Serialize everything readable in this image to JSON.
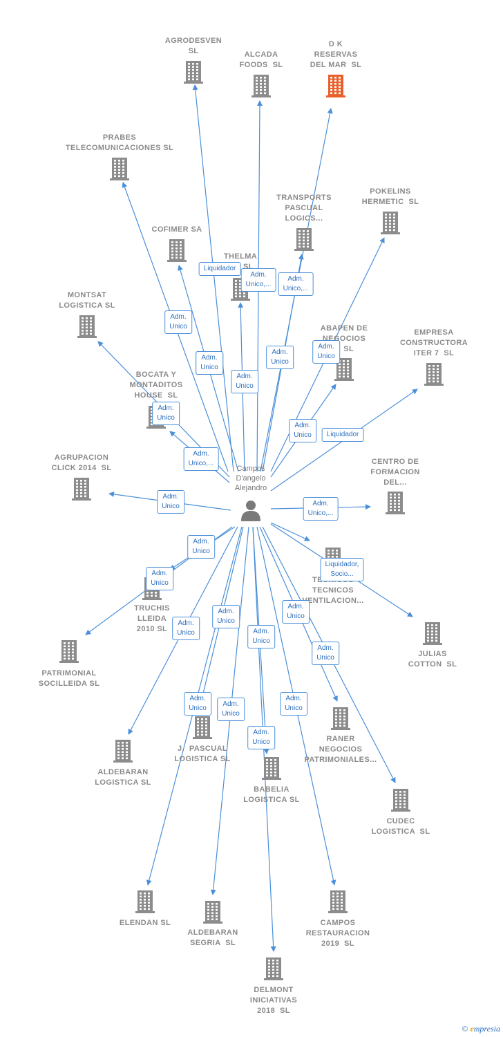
{
  "colors": {
    "edge": "#4a8fd9",
    "building": "#8c8c8c",
    "building_highlight": "#e8602c",
    "person": "#7a7a7a"
  },
  "center": {
    "label": "Campos\nD'angelo\nAlejandro",
    "icon": "person-icon"
  },
  "companies": [
    {
      "id": "agrodesven",
      "label": "AGRODESVEN\nSL",
      "highlight": false
    },
    {
      "id": "alcada",
      "label": "ALCADA\nFOODS  SL",
      "highlight": false
    },
    {
      "id": "dk",
      "label": "D K\nRESERVAS\nDEL MAR  SL",
      "highlight": true
    },
    {
      "id": "prabes",
      "label": "PRABES\nTELECOMUNICACIONES SL",
      "highlight": false
    },
    {
      "id": "transports",
      "label": "TRANSPORTS\nPASCUAL\nLOGICS...",
      "highlight": false
    },
    {
      "id": "pokelins",
      "label": "POKELINS\nHERMETIC  SL",
      "highlight": false
    },
    {
      "id": "cofimer",
      "label": "COFIMER SA",
      "highlight": false
    },
    {
      "id": "thelma",
      "label": "THELMA\nAS  SL",
      "highlight": false
    },
    {
      "id": "montsat",
      "label": "MONTSAT\nLOGISTICA SL",
      "highlight": false
    },
    {
      "id": "abapen",
      "label": "ABAPEN DE\nNEGOCIOS\n3  SL",
      "highlight": false
    },
    {
      "id": "empresa",
      "label": "EMPRESA\nCONSTRUCTORA\nITER 7  SL",
      "highlight": false
    },
    {
      "id": "bocata",
      "label": "BOCATA Y\nMONTADITOS\nHOUSE  SL",
      "highlight": false
    },
    {
      "id": "agrupacion",
      "label": "AGRUPACION\nCLICK 2014  SL",
      "highlight": false
    },
    {
      "id": "centro",
      "label": "CENTRO DE\nFORMACION\nDEL...",
      "highlight": false
    },
    {
      "id": "tecnicos",
      "label": "TECNICOS\nTECNICOS\nVENTILACION...",
      "highlight": false
    },
    {
      "id": "truchis",
      "label": "TRUCHIS\nLLEIDA\n2010 SL",
      "highlight": false
    },
    {
      "id": "patrimonial",
      "label": "PATRIMONIAL\nSOCILLEIDA SL",
      "highlight": false
    },
    {
      "id": "julias",
      "label": "JULIAS\nCOTTON  SL",
      "highlight": false
    },
    {
      "id": "jpascual",
      "label": "J.  PASCUAL\nLOGISTICA SL",
      "highlight": false
    },
    {
      "id": "raner",
      "label": "RANER\nNEGOCIOS\nPATRIMONIALES...",
      "highlight": false
    },
    {
      "id": "aldebaran_log",
      "label": "ALDEBARAN\nLOGISTICA SL",
      "highlight": false
    },
    {
      "id": "babelia",
      "label": "BABELIA\nLOGISTICA SL",
      "highlight": false
    },
    {
      "id": "cudec",
      "label": "CUDEC\nLOGISTICA  SL",
      "highlight": false
    },
    {
      "id": "elendan",
      "label": "ELENDAN SL",
      "highlight": false
    },
    {
      "id": "aldebaran_seg",
      "label": "ALDEBARAN\nSEGRIA  SL",
      "highlight": false
    },
    {
      "id": "campos_rest",
      "label": "CAMPOS\nRESTAURACION\n2019  SL",
      "highlight": false
    },
    {
      "id": "delmont",
      "label": "DELMONT\nINICIATIVAS\n2018  SL",
      "highlight": false
    }
  ],
  "relations": [
    {
      "target": "agrodesven",
      "label": "Adm.\nUnico"
    },
    {
      "target": "alcada",
      "label": "Adm.\nUnico"
    },
    {
      "target": "dk",
      "label": "Adm.\nUnico,..."
    },
    {
      "target": "prabes",
      "label": "Adm.\nUnico"
    },
    {
      "target": "transports",
      "label": "Adm.\nUnico,..."
    },
    {
      "target": "pokelins",
      "label": "Adm.\nUnico"
    },
    {
      "target": "cofimer",
      "label": "Adm.\nUnico"
    },
    {
      "target": "thelma",
      "label": "Liquidador"
    },
    {
      "target": "montsat",
      "label": "Adm.\nUnico,..."
    },
    {
      "target": "abapen",
      "label": "Adm.\nUnico"
    },
    {
      "target": "empresa",
      "label": "Liquidador"
    },
    {
      "target": "bocata",
      "label": "Adm.\nUnico"
    },
    {
      "target": "agrupacion",
      "label": "Adm.\nUnico"
    },
    {
      "target": "centro",
      "label": "Adm.\nUnico,..."
    },
    {
      "target": "tecnicos",
      "label": "Adm.\nUnico"
    },
    {
      "target": "truchis",
      "label": "Adm.\nUnico"
    },
    {
      "target": "patrimonial",
      "label": "Adm.\nUnico"
    },
    {
      "target": "julias",
      "label": "Liquidador,\nSocio..."
    },
    {
      "target": "jpascual",
      "label": "Adm.\nUnico"
    },
    {
      "target": "raner",
      "label": "Adm.\nUnico"
    },
    {
      "target": "aldebaran_log",
      "label": "Adm.\nUnico"
    },
    {
      "target": "babelia",
      "label": "Adm.\nUnico"
    },
    {
      "target": "cudec",
      "label": "Adm.\nUnico"
    },
    {
      "target": "elendan",
      "label": "Adm.\nUnico"
    },
    {
      "target": "aldebaran_seg",
      "label": "Adm.\nUnico"
    },
    {
      "target": "campos_rest",
      "label": "Adm.\nUnico"
    },
    {
      "target": "delmont",
      "label": "Adm.\nUnico"
    }
  ],
  "footer": {
    "copyright": "©",
    "brand_initial": "e",
    "brand_rest": "mpresia"
  }
}
